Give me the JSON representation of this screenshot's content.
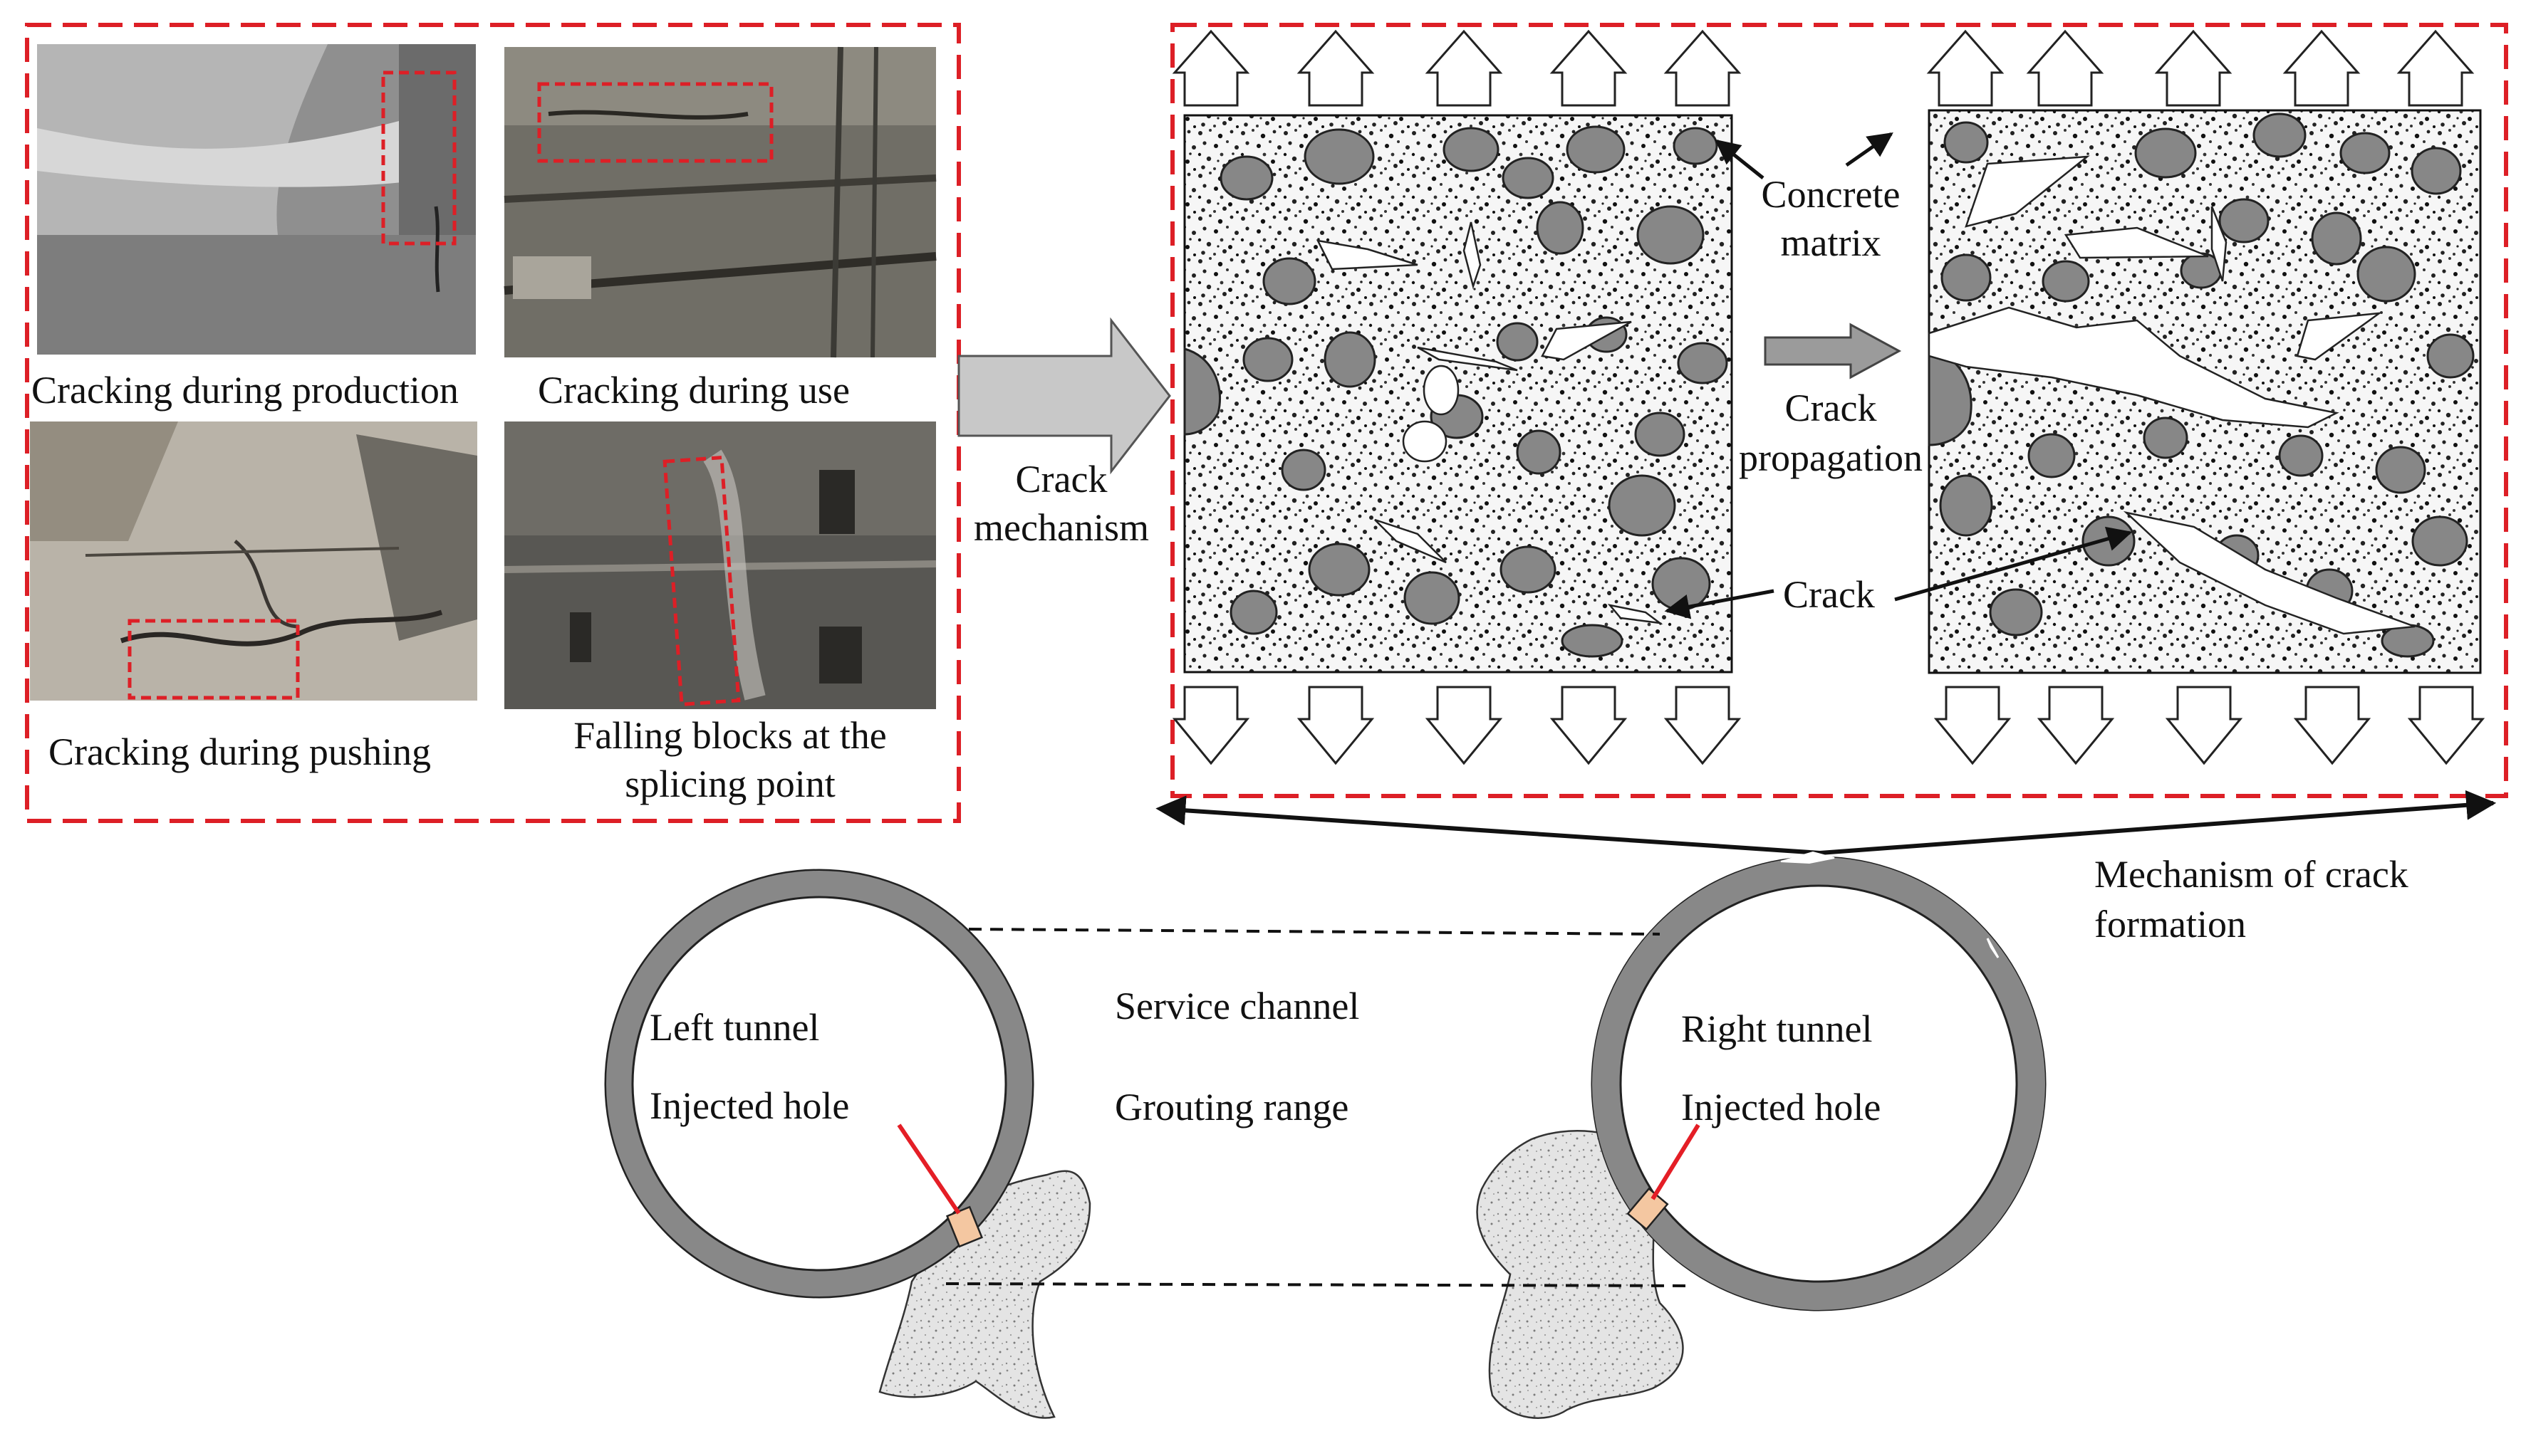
{
  "photos": {
    "p1_caption": "Cracking during production",
    "p2_caption": "Cracking during use",
    "p3_caption": "Cracking during pushing",
    "p4_caption_line1": "Falling blocks at the",
    "p4_caption_line2": "splicing point"
  },
  "mechanism": {
    "arrow_label_line1": "Crack",
    "arrow_label_line2": "mechanism",
    "concrete_line1": "Concrete",
    "concrete_line2": "matrix",
    "propagation_line1": "Crack",
    "propagation_line2": "propagation",
    "crack_label": "Crack",
    "formation_line1": "Mechanism of crack",
    "formation_line2": "formation"
  },
  "tunnels": {
    "left_title": "Left tunnel",
    "left_hole": "Injected hole",
    "service_channel": "Service channel",
    "grouting_range": "Grouting range",
    "right_title": "Right tunnel",
    "right_hole": "Injected hole"
  },
  "colors": {
    "frame_red": "#dd1f26",
    "ring_gray": "#888888",
    "aggregate_gray": "#878787",
    "arrow_fill": "#c8c8c8",
    "hole_fill": "#f4c7a1"
  }
}
